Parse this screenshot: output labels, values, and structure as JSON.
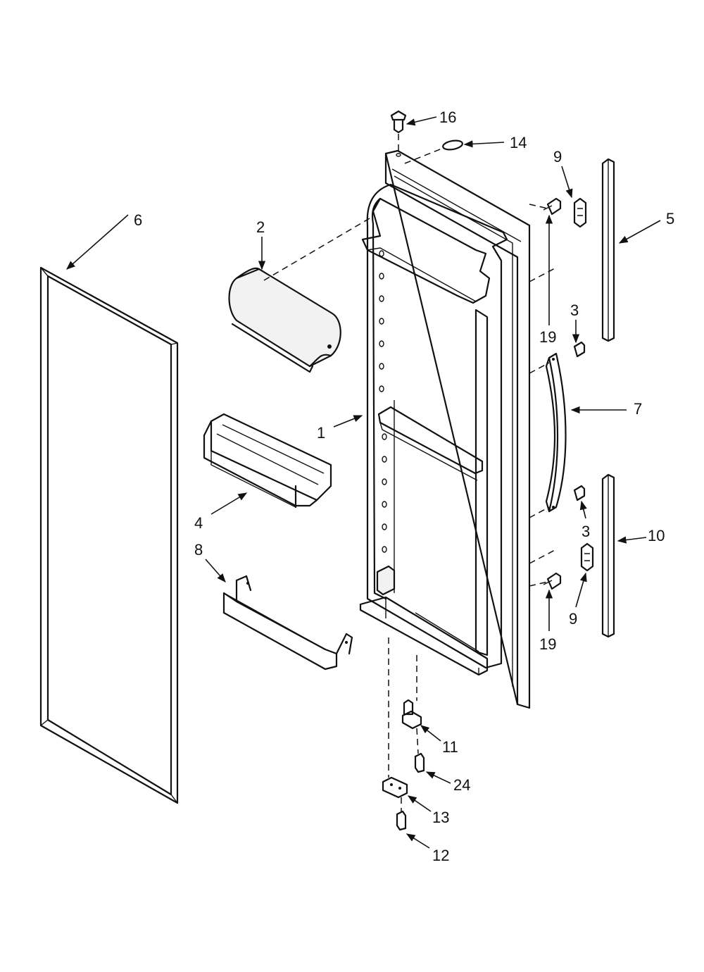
{
  "diagram": {
    "callouts": [
      "1",
      "2",
      "3",
      "3",
      "4",
      "5",
      "6",
      "7",
      "8",
      "9",
      "9",
      "10",
      "11",
      "12",
      "13",
      "14",
      "16",
      "19",
      "19",
      "24"
    ]
  }
}
